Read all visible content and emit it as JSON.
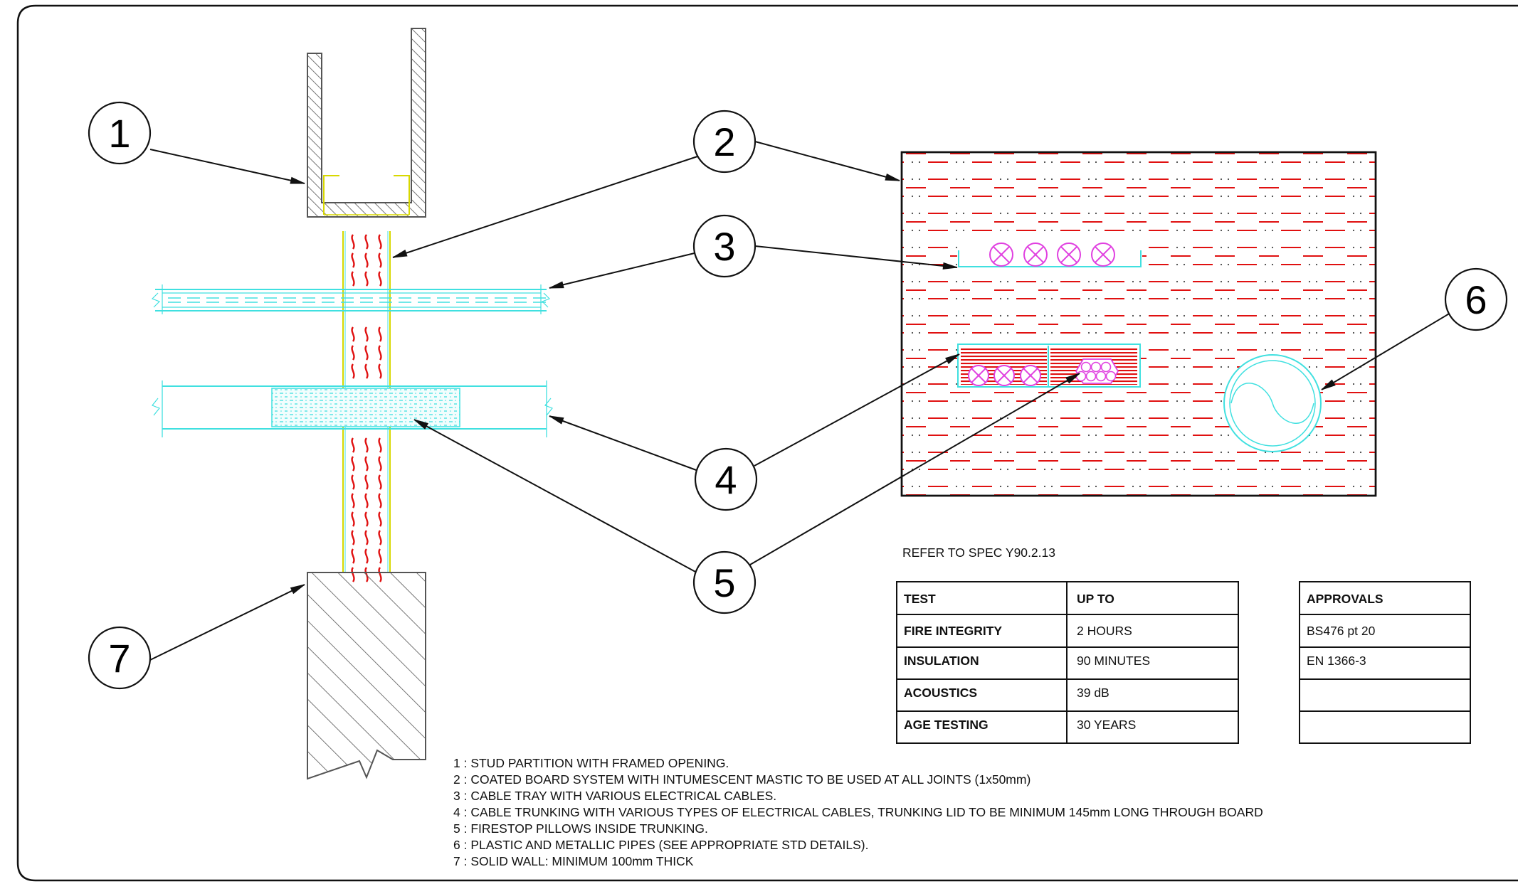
{
  "callouts": [
    {
      "num": "1"
    },
    {
      "num": "2"
    },
    {
      "num": "3"
    },
    {
      "num": "4"
    },
    {
      "num": "5"
    },
    {
      "num": "6"
    },
    {
      "num": "7"
    }
  ],
  "spec_ref": "REFER TO SPEC Y90.2.13",
  "test_table": {
    "headers": [
      "TEST",
      "UP TO"
    ],
    "rows": [
      [
        "FIRE INTEGRITY",
        "2 HOURS"
      ],
      [
        "INSULATION",
        "90 MINUTES"
      ],
      [
        "ACOUSTICS",
        "39 dB"
      ],
      [
        "AGE TESTING",
        "30 YEARS"
      ]
    ]
  },
  "approvals_table": {
    "header": "APPROVALS",
    "rows": [
      "BS476 pt 20",
      "EN 1366-3",
      "",
      ""
    ]
  },
  "notes": [
    "1 : STUD PARTITION WITH FRAMED OPENING.",
    "2 : COATED BOARD SYSTEM WITH INTUMESCENT MASTIC TO BE USED AT ALL JOINTS (1x50mm)",
    "3 : CABLE TRAY WITH VARIOUS ELECTRICAL CABLES.",
    "4 : CABLE TRUNKING WITH VARIOUS TYPES OF ELECTRICAL CABLES, TRUNKING LID TO BE MINIMUM 145mm LONG THROUGH BOARD",
    "5 : FIRESTOP PILLOWS INSIDE TRUNKING.",
    "6 : PLASTIC AND METALLIC PIPES (SEE APPROPRIATE STD DETAILS).",
    "7 : SOLID WALL: MINIMUM 100mm THICK"
  ],
  "colors": {
    "line": "#111111",
    "cyan": "#40e0e0",
    "red": "#e01010",
    "magenta": "#e040e0",
    "yellow": "#d8d800",
    "hatch": "#777777"
  }
}
